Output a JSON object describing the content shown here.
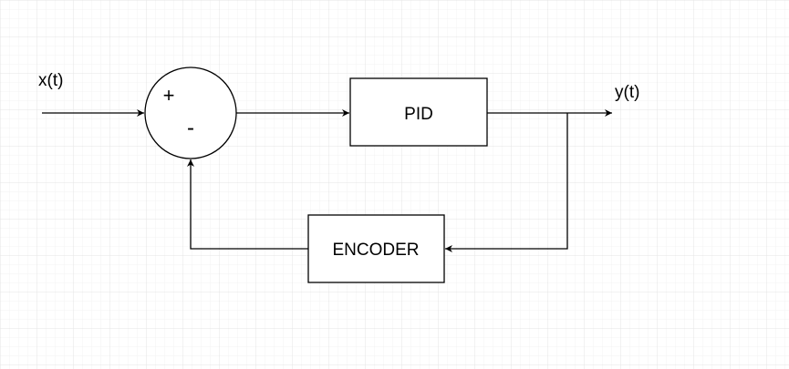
{
  "diagram": {
    "input_label": "x(t)",
    "output_label": "y(t)",
    "summing_junction": {
      "plus_sign": "+",
      "minus_sign": "-"
    },
    "blocks": {
      "pid": "PID",
      "encoder": "ENCODER"
    }
  },
  "colors": {
    "stroke": "#000000",
    "grid": "#ececec",
    "background": "#ffffff"
  }
}
